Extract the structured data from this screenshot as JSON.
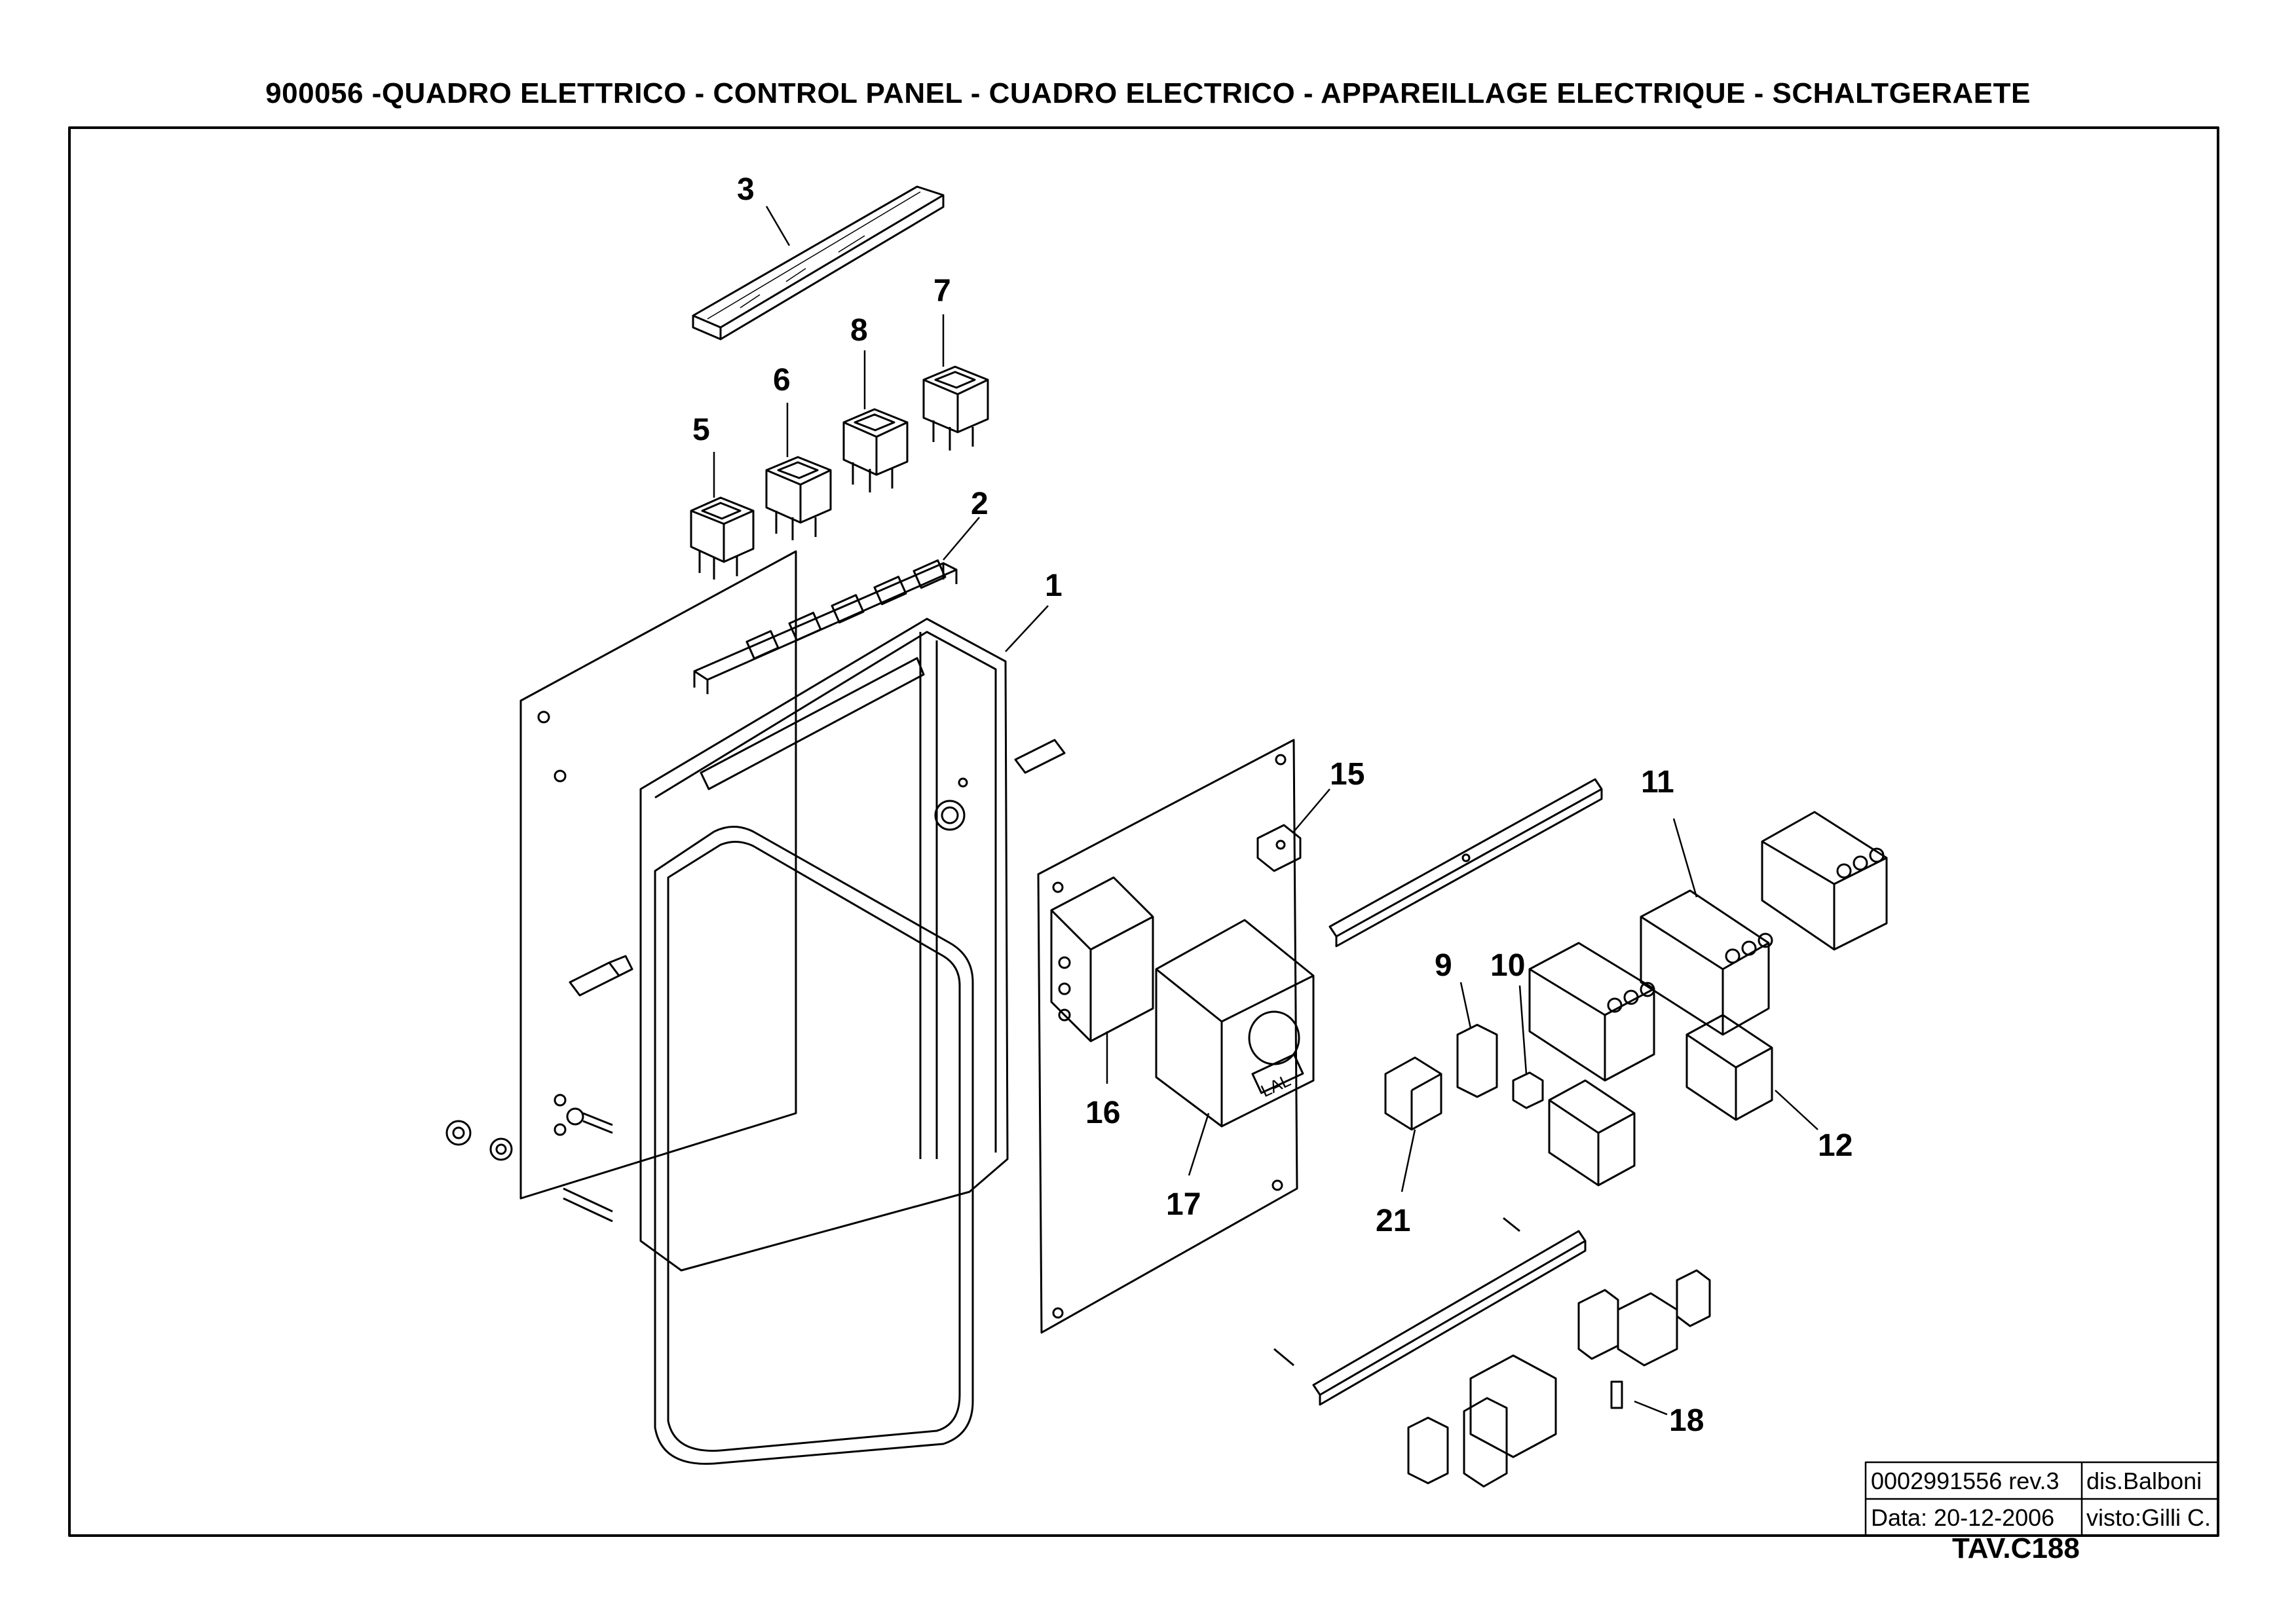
{
  "title": "900056 -QUADRO ELETTRICO - CONTROL PANEL - CUADRO ELECTRICO - APPAREILLAGE ELECTRIQUE - SCHALTGERAETE",
  "callouts": [
    "1",
    "2",
    "3",
    "5",
    "6",
    "7",
    "8",
    "9",
    "10",
    "11",
    "12",
    "15",
    "16",
    "17",
    "18",
    "21"
  ],
  "title_block": {
    "drawing_number": "0002991556 rev.3",
    "drawn_by": "dis.Balboni",
    "date": "Data:  20-12-2006",
    "checked_by": "visto:Gilli C."
  },
  "sheet_number": "TAV.C188",
  "panel_label": "LAL"
}
